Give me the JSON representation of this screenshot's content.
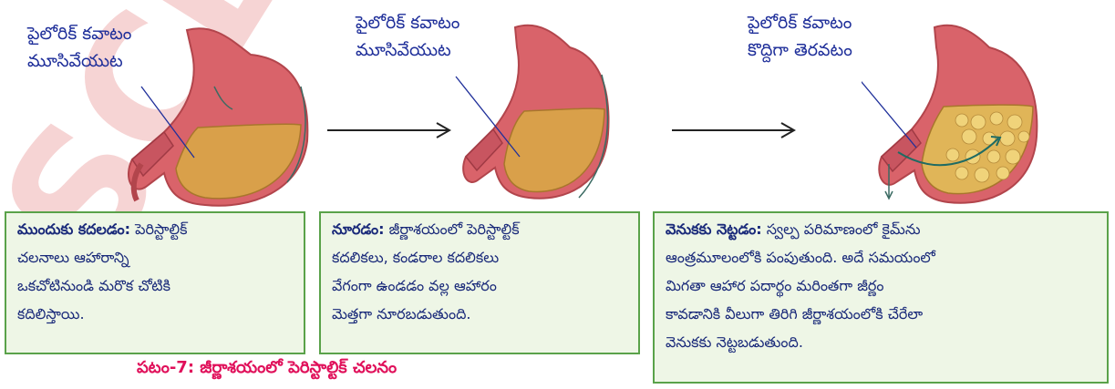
{
  "watermark": "SCERT",
  "panels": [
    {
      "label_line1": "పైలోరిక్ కవాటం",
      "label_line2": "మూసివేయుట",
      "box_title": "ముందుకు కదలడం:",
      "box_lines": [
        " పెరిస్టాల్టిక్",
        "చలనాలు ఆహారాన్ని",
        "ఒకచోటినుండి మరొక చోటికి",
        "కదిలిస్తాయి."
      ]
    },
    {
      "label_line1": "పైలోరిక్ కవాటం",
      "label_line2": "మూసివేయుట",
      "box_title": "నూరడం:",
      "box_lines": [
        " జీర్ణాశయంలో పెరిస్టాల్టిక్",
        "కదలికలు, కండరాల కదలికలు",
        "వేగంగా ఉండడం వల్ల ఆహారం",
        "మెత్తగా నూరబడుతుంది."
      ]
    },
    {
      "label_line1": "పైలోరిక్ కవాటం",
      "label_line2": "కొద్దిగా తెరవటం",
      "box_title": "వెనుకకు నెట్టడం:",
      "box_lines": [
        " స్వల్ప పరిమాణంలో కైమ్‌ను",
        "ఆంత్రమూలంలోకి పంపుతుంది. అదే సమయంలో",
        "మిగతా ఆహార పదార్థం మరింతగా జీర్ణం",
        "కావడానికి వీలుగా తిరిగి జీర్ణాశయంలోకి చేరేలా",
        "వెనుకకు నెట్టబడుతుంది."
      ]
    }
  ],
  "caption": "పటం-7: జీర్ణాశయంలో పెరిస్టాల్టిక్ చలనం",
  "colors": {
    "stomach_wall": "#d9636a",
    "stomach_food": "#d9a04a",
    "label_text": "#1f2f9a",
    "box_border": "#5aa24a",
    "box_fill": "#eef6e6",
    "caption": "#e0105a"
  }
}
